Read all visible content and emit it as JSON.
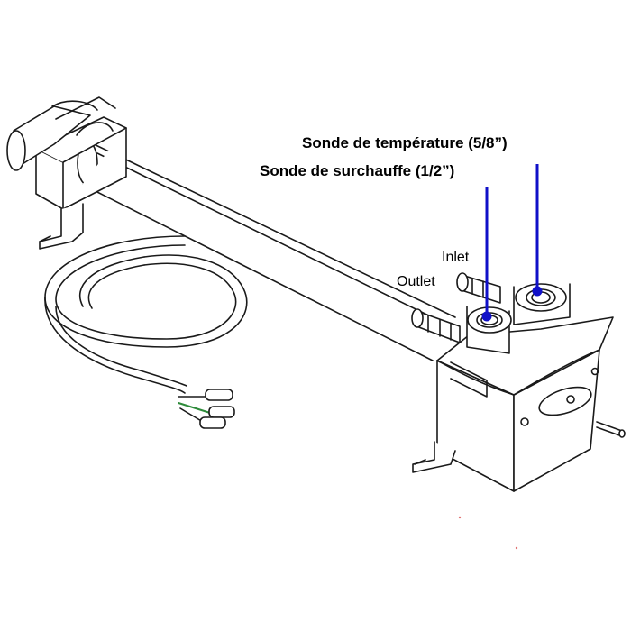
{
  "labels": {
    "temp_probe": "Sonde de température (5/8”)",
    "overheat_probe": "Sonde de surchauffe (1/2”)",
    "inlet": "Inlet",
    "outlet": "Outlet"
  },
  "colors": {
    "line": "#1a1a1a",
    "leader": "#1010c8",
    "wire_green": "#2e8b3a"
  }
}
